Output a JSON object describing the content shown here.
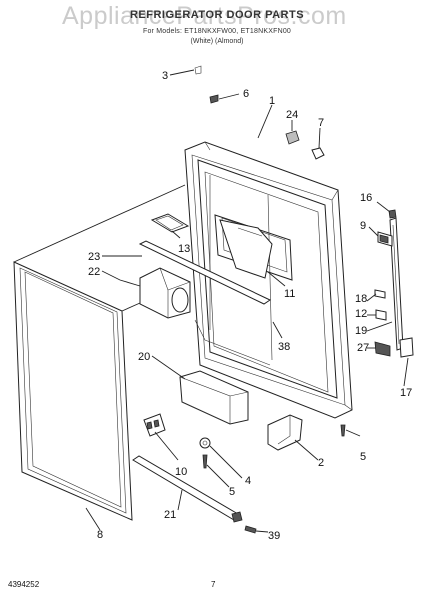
{
  "header": {
    "title": "REFRIGERATOR DOOR PARTS",
    "models": "For Models: ET18NKXFW00, ET18NKXFN00",
    "colors": "(White)          (Almond)",
    "watermark": "AppliancePartsPros.com"
  },
  "footer": {
    "doc_number": "4394252",
    "page_number": "7"
  },
  "callouts": {
    "c1": "1",
    "c2": "2",
    "c3": "3",
    "c4": "4",
    "c5a": "5",
    "c5b": "5",
    "c6": "6",
    "c7": "7",
    "c8": "8",
    "c9": "9",
    "c10": "10",
    "c11": "11",
    "c12": "12",
    "c13": "13",
    "c16": "16",
    "c17": "17",
    "c18": "18",
    "c19": "19",
    "c20": "20",
    "c21": "21",
    "c22": "22",
    "c23": "23",
    "c24": "24",
    "c27": "27",
    "c38": "38",
    "c39": "39"
  }
}
